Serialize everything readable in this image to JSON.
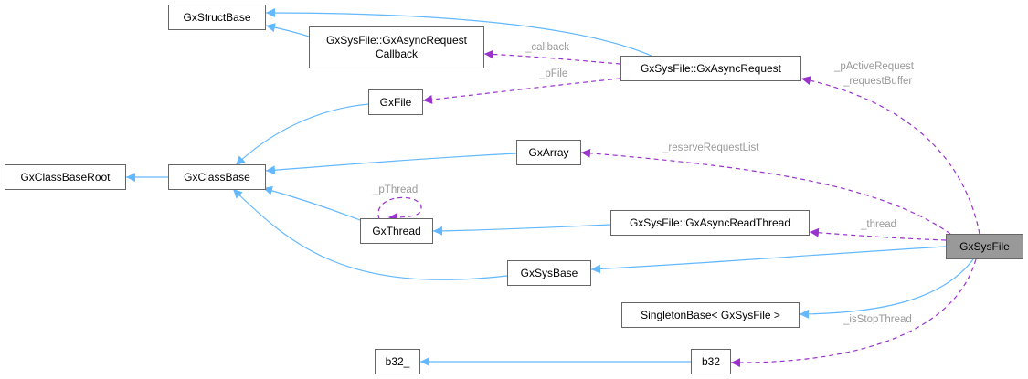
{
  "colors": {
    "inheritance": "#63b8ff",
    "usage": "#9a32cd",
    "label": "#9a9a9a",
    "current_node_fill": "#999999"
  },
  "nodes": {
    "gxstructbase": "GxStructBase",
    "async_callback_line1": "GxSysFile::GxAsyncRequest",
    "async_callback_line2": "Callback",
    "async_request": "GxSysFile::GxAsyncRequest",
    "gxfile": "GxFile",
    "gxclassbaseroot": "GxClassBaseRoot",
    "gxclassbase": "GxClassBase",
    "gxarray": "GxArray",
    "gxthread": "GxThread",
    "async_read_thread": "GxSysFile::GxAsyncReadThread",
    "gxsysbase": "GxSysBase",
    "gxsysfile": "GxSysFile",
    "singletonbase": "SingletonBase< GxSysFile >",
    "b32_": "b32_",
    "b32": "b32"
  },
  "edge_labels": {
    "callback": "_callback",
    "pfile": "_pFile",
    "pactive_line1": "_pActiveRequest",
    "pactive_line2": "_requestBuffer",
    "reserve": "_reserveRequestList",
    "pthread": "_pThread",
    "thread": "_thread",
    "isstop": "_isStopThread"
  }
}
